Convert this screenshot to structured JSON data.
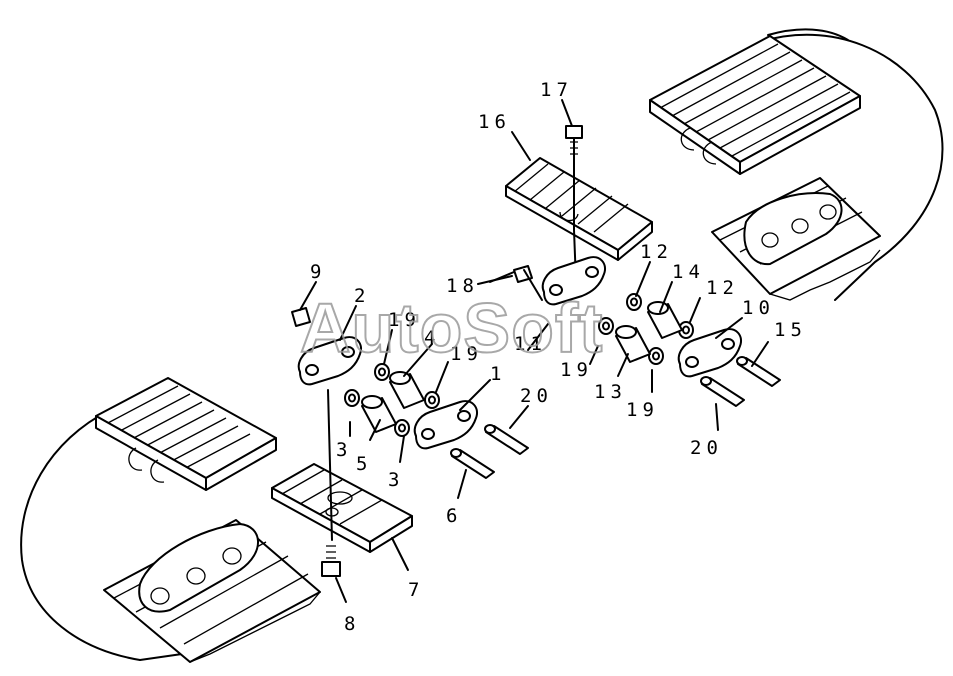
{
  "diagram": {
    "watermark": "AutoSoft",
    "callouts": [
      "17",
      "16",
      "12",
      "14",
      "12",
      "10",
      "15",
      "18",
      "9",
      "2",
      "19",
      "4",
      "19",
      "11",
      "19",
      "13",
      "19",
      "1",
      "20",
      "3",
      "5",
      "3",
      "6",
      "20",
      "7",
      "8"
    ],
    "colors": {
      "line": "#000000",
      "background": "#ffffff",
      "watermark": "#9a9a9a"
    }
  }
}
